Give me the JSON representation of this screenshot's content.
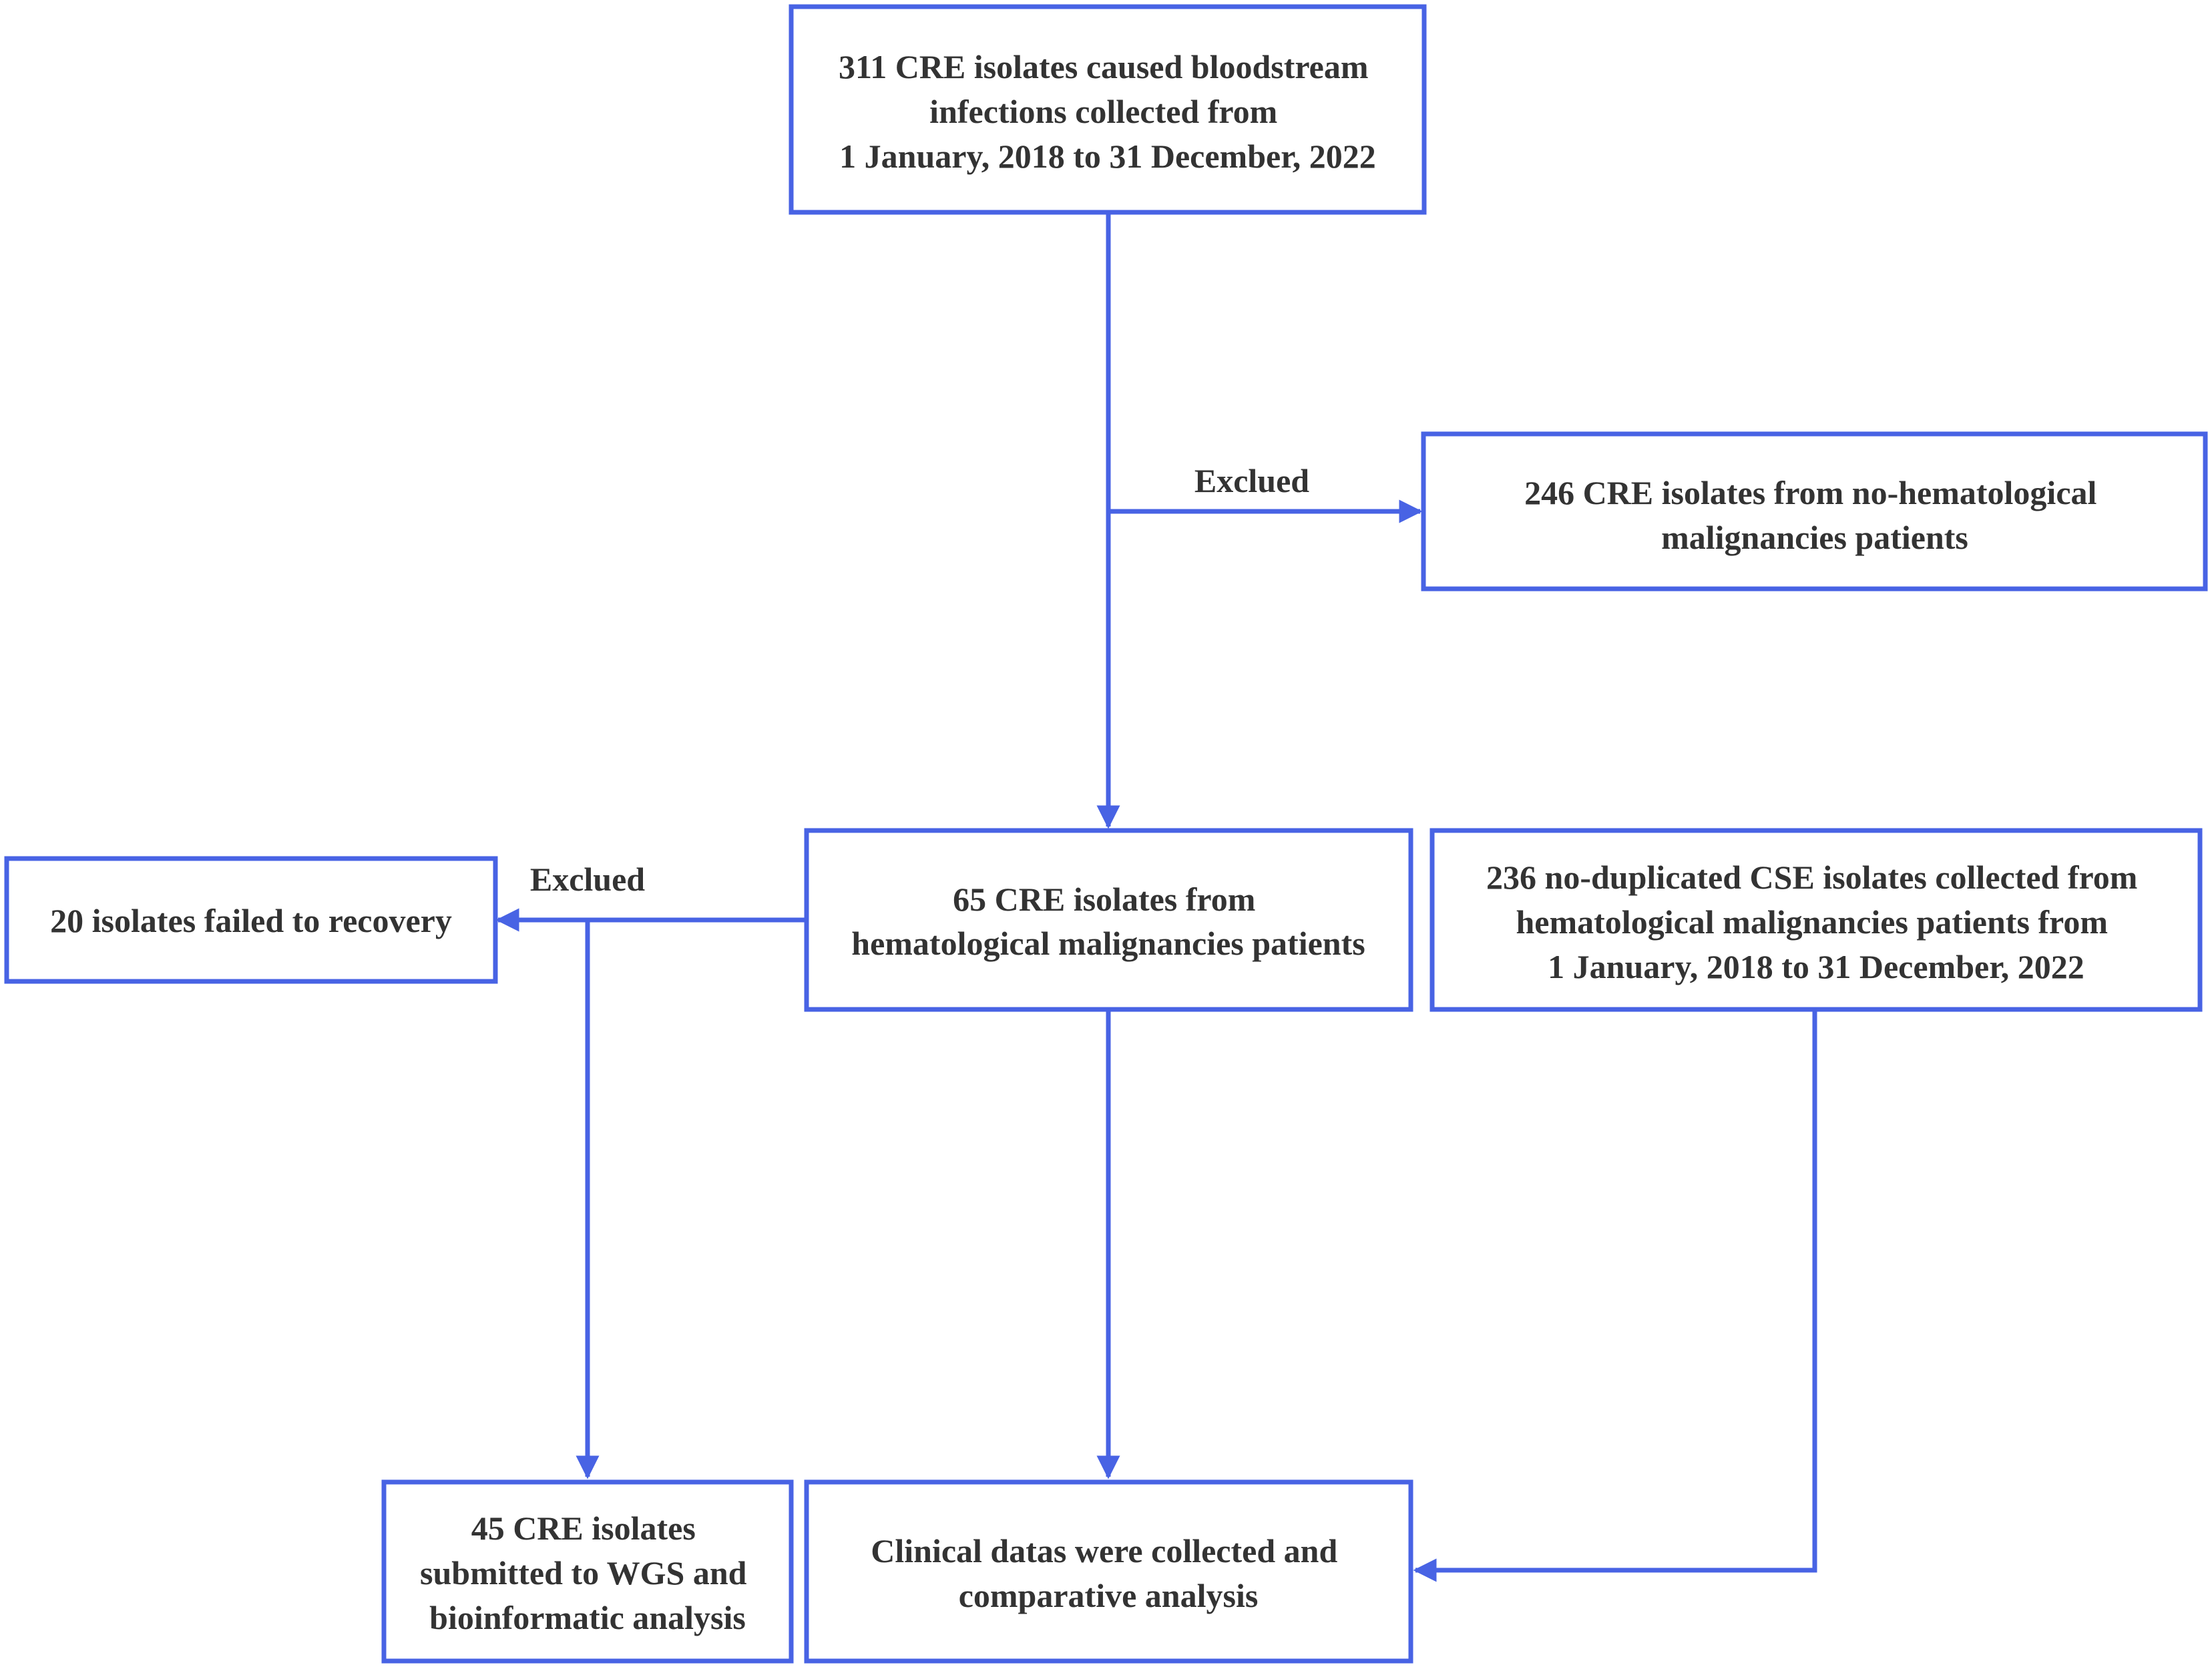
{
  "colors": {
    "stroke": "#4863E4",
    "text": "#333333",
    "background": "#ffffff"
  },
  "boxes": {
    "source": {
      "lines": [
        "311 CRE isolates caused bloodstream",
        "infections collected from",
        "1 January, 2018 to 31 December, 2022"
      ]
    },
    "excluded_non_hema": {
      "lines": [
        "246 CRE isolates from no-hematological",
        "malignancies patients"
      ]
    },
    "hema_cre": {
      "lines": [
        "65 CRE isolates from",
        "hematological malignancies patients"
      ]
    },
    "cse_control": {
      "lines": [
        "236 no-duplicated CSE isolates collected from",
        "hematological malignancies patients from",
        "1 January, 2018 to 31 December, 2022"
      ]
    },
    "failed_recovery": {
      "lines": [
        "20 isolates failed to recovery"
      ]
    },
    "wgs": {
      "lines": [
        "45 CRE isolates",
        "submitted to WGS and",
        "bioinformatic analysis"
      ]
    },
    "clinical": {
      "lines": [
        "Clinical datas were collected and",
        "comparative analysis"
      ]
    }
  },
  "labels": {
    "exclude_top": "Exclued",
    "exclude_left": "Exclued"
  }
}
